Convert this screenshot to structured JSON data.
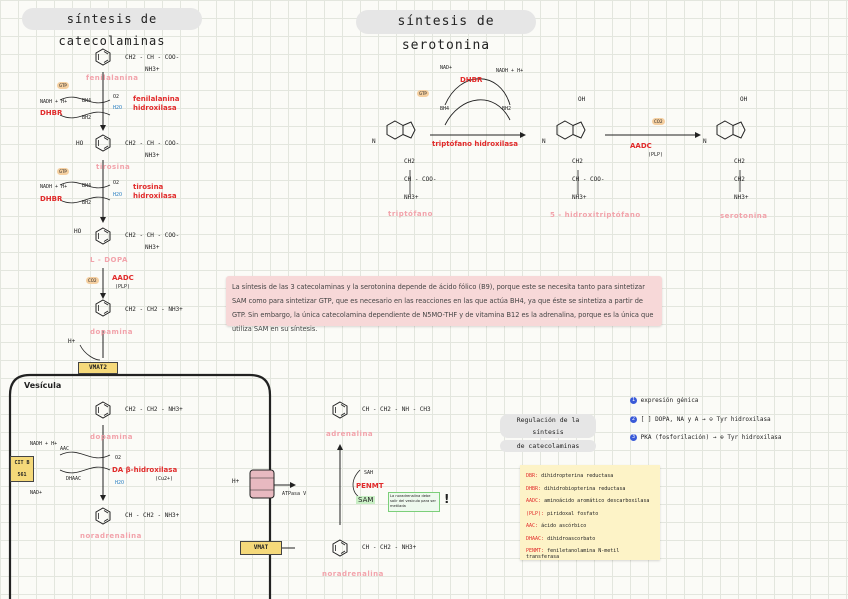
{
  "titles": {
    "catecholamines": "síntesis de catecolaminas",
    "serotonin": "síntesis de serotonina"
  },
  "catecholamine_pathway": {
    "phenylalanine": "fenilalanina",
    "enzyme1": "fenilalanina hidroxilasa",
    "tyrosine": "tirosina",
    "enzyme2": "tirosina hidroxilasa",
    "ldopa": "L - DOPA",
    "enzyme3": "AADC",
    "enzyme3_cofactor": "(PLP)",
    "dopamine": "dopamina",
    "enzyme4": "DA β-hidroxilasa",
    "enzyme4_cofactor": "(Cu2+)",
    "noradrenaline": "noradrenalina",
    "adrenaline": "adrenalina",
    "enzyme5": "PENMT",
    "sam": "SAM",
    "sah": "SAH",
    "dhbr": "DHBR",
    "gtp": "GTP",
    "bh2": "BH2",
    "bh4": "BH4",
    "o2": "O2",
    "h2o": "H2O",
    "nadh": "NADH + H+",
    "nad": "NAD+",
    "ascorbate": "AAC",
    "dehydroascorbate": "DHAAC",
    "cyt": "CIT B 561",
    "vesicle": "Vesícula",
    "vmat2": "VMAT2",
    "vmat": "VMAT",
    "atpase": "ATPasa V",
    "hplus": "H+",
    "side_chain_acid": "CH2 - CH - COO-",
    "side_chain_amine": "NH3+",
    "dopamine_chain": "CH2 - CH2 - NH3+",
    "noradrenaline_chain": "CH - CH2 - NH3+",
    "adrenaline_chain": "CH - CH2 - NH - CH3",
    "ho": "HO",
    "oh": "OH",
    "sam_note": "La noradrenalina debe salir del vesiculo para ser metilada"
  },
  "serotonin_pathway": {
    "tryptophan": "triptófano",
    "enzyme1": "triptófano hidroxilasa",
    "htp": "5 - hidroxitriptófano",
    "enzyme2": "AADC",
    "enzyme2_cofactor": "(PLP)",
    "serotonin": "serotonina",
    "dhbr": "DHBR",
    "gtp": "GTP",
    "nad": "NAD+",
    "nadh": "NADH + H+",
    "bh2": "BH2",
    "bh4": "BH4",
    "co2": "CO2",
    "n": "N",
    "ch2": "CH2",
    "ch": "CH - COO-",
    "nh3": "NH3+",
    "oh": "OH"
  },
  "note_text": "La síntesis de las 3 catecolaminas y la serotonina depende de ácido fólico (B9), porque este se necesita tanto para sintetizar SAM como para sintetizar GTP, que es necesario en las reacciones en las que actúa BH4, ya que éste se sintetiza a partir de GTP. Sin embargo, la única catecolamina dependiente de N5MO-THF y de vitamina B12 es la adrenalina, porque es la única que utiliza SAM en su síntesis.",
  "regulation": {
    "title_line1": "Regulación de la síntesis",
    "title_line2": "de catecolaminas",
    "item1": "expresión génica",
    "item2": "[ ] DOPA, NA y A → ⊖ Tyr hidroxilasa",
    "item3": "PKA (fosforilación) → ⊕ Tyr hidroxilasa",
    "num1": "1",
    "num2": "2",
    "num3": "3"
  },
  "legend": [
    {
      "abbr": "DBR",
      "text": "dihidropterina reductasa"
    },
    {
      "abbr": "DHBR",
      "text": "dihidrobiopterina reductasa"
    },
    {
      "abbr": "AADC",
      "text": "aminoácido aromático descarboxilasa"
    },
    {
      "abbr": "(PLP)",
      "text": "piridoxal fosfato"
    },
    {
      "abbr": "AAC",
      "text": "ácido ascórbico"
    },
    {
      "abbr": "DHAAC",
      "text": "dihidroascorbato"
    },
    {
      "abbr": "PENMT",
      "text": "feniletanolamina N-metil transferasa"
    }
  ],
  "colors": {
    "pink": "#f2a3ab",
    "red": "#e12b2b",
    "yellow": "#f5d97a",
    "note_bg": "#f7d8d8",
    "legend_bg": "#fdf3c7"
  }
}
